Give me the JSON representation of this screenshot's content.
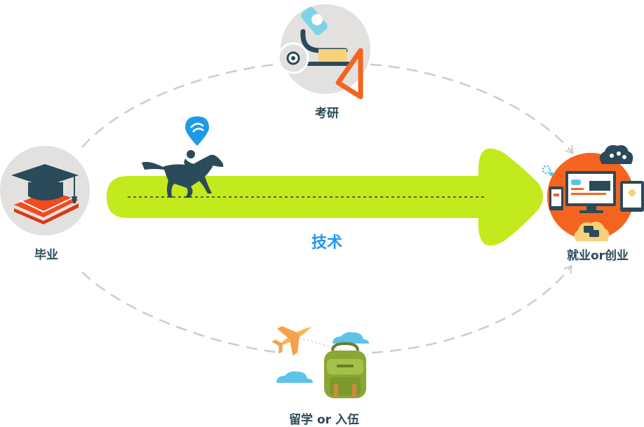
{
  "nodes": {
    "graduation": {
      "label": "毕业"
    },
    "exam": {
      "label": "考研"
    },
    "career": {
      "label": "就业or创业"
    },
    "abroad": {
      "label": "留学 or 入伍"
    }
  },
  "main_arrow": {
    "label": "技术"
  },
  "colors": {
    "arrow": "#c3ea1c",
    "node_bg": "#e3e1df",
    "career_bg": "#f5641e",
    "label": "#2b4a5a",
    "center_label": "#2196f3",
    "dashed": "#cccccc",
    "pin": "#1e9be8",
    "horse": "#2b4a5a"
  },
  "icons": {
    "graduation": "graduation-cap-icon",
    "exam": "microscope-icon",
    "career": "devices-icon",
    "abroad": "backpack-icon",
    "runner": "racehorse-icon",
    "pin": "location-pin-icon",
    "plane": "airplane-icon"
  }
}
